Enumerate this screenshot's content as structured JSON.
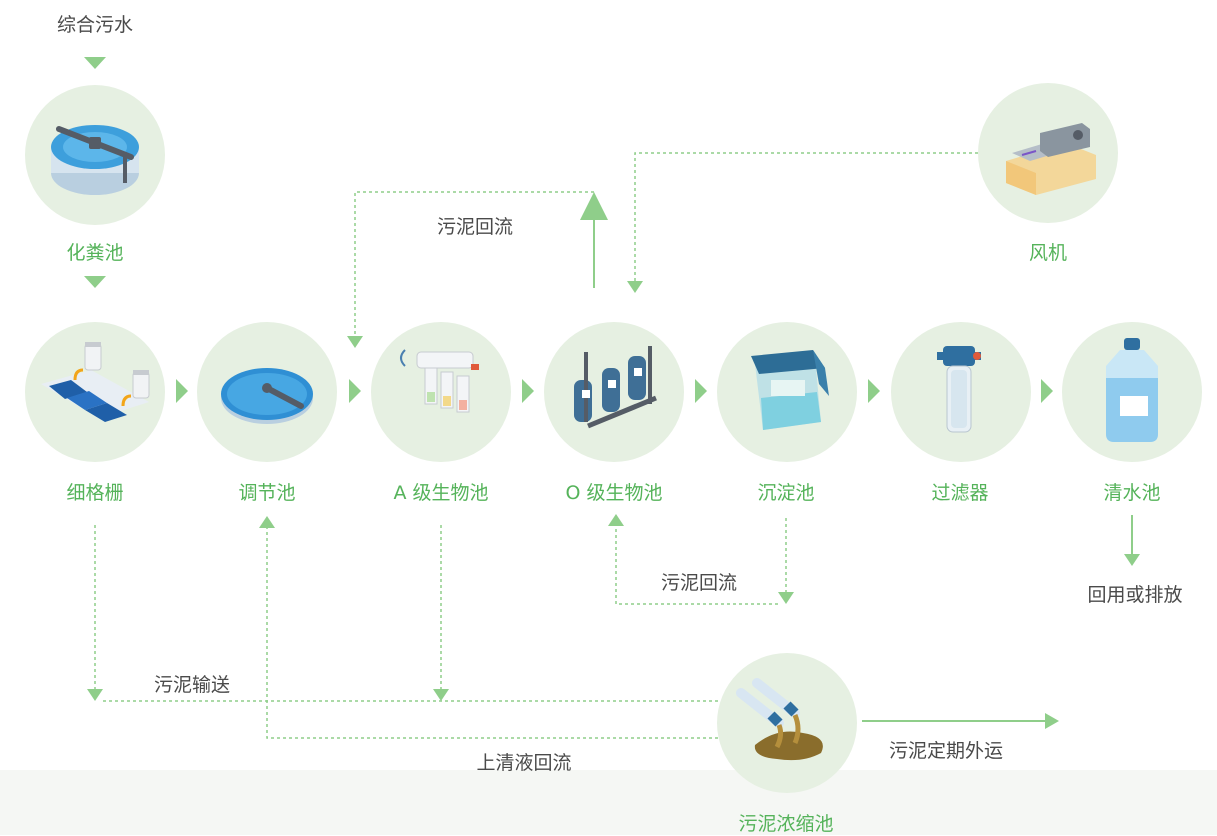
{
  "input_label": "综合污水",
  "stations": {
    "septic": "化粪池",
    "screen": "细格栅",
    "equalization": "调节池",
    "a_bio": "A 级生物池",
    "o_bio": "O 级生物池",
    "sedimentation": "沉淀池",
    "filter": "过滤器",
    "clear_water": "清水池",
    "blower": "风机",
    "sludge_thickener": "污泥浓缩池"
  },
  "notes": {
    "sludge_return_top": "污泥回流",
    "sludge_return_bottom": "污泥回流",
    "sludge_transport": "污泥输送",
    "supernatant_return": "上清液回流",
    "sludge_outward": "污泥定期外运",
    "reuse_or_discharge": "回用或排放"
  },
  "colors": {
    "green": "#55b35a",
    "arrow_green": "#8fce8a",
    "node_bg": "#e6f0e2",
    "note_text": "#4a4a4a"
  }
}
